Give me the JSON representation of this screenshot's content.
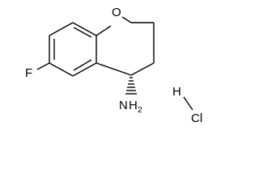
{
  "molecule": {
    "atoms": {
      "oxygen": "O",
      "fluorine": "F",
      "amine_N": "N",
      "amine_H": "H",
      "amine_sub": "2",
      "hcl_H": "H",
      "hcl_Cl": "Cl"
    }
  }
}
